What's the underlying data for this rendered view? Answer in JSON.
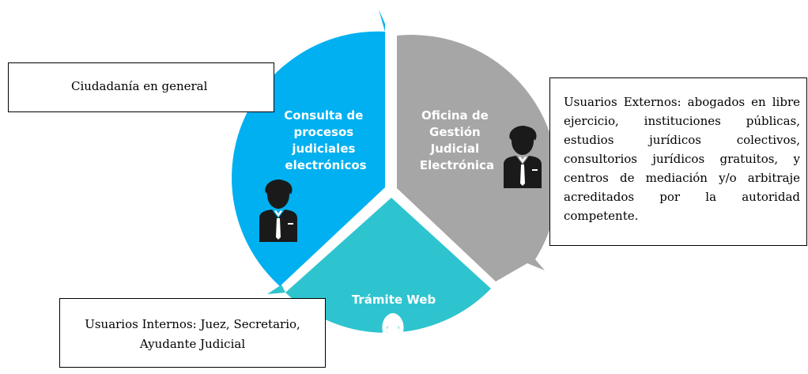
{
  "segments": {
    "consulta": {
      "label_lines": [
        "Consulta de",
        "procesos",
        "judiciales",
        "electrónicos"
      ],
      "color": "#00B0F0",
      "icon": "male-user-icon"
    },
    "oficina": {
      "label_lines": [
        "Oficina de",
        "Gestión",
        "Judicial",
        "Electrónica"
      ],
      "color": "#A6A6A6",
      "icon": "male-user-icon"
    },
    "tramite": {
      "label_lines": [
        "Trámite Web"
      ],
      "color": "#2EC4CF",
      "icon": "judge-icon"
    }
  },
  "boxes": {
    "citizens": "Ciudadanía en general",
    "external": "Usuarios Externos: abogados en libre ejercicio, instituciones públicas, estudios jurídicos colectivos, consultorios jurídicos gratuitos, y centros de mediación y/o arbitraje acreditados por la autoridad competente.",
    "internal": "Usuarios Internos: Juez, Secretario, Ayudante Judicial"
  }
}
